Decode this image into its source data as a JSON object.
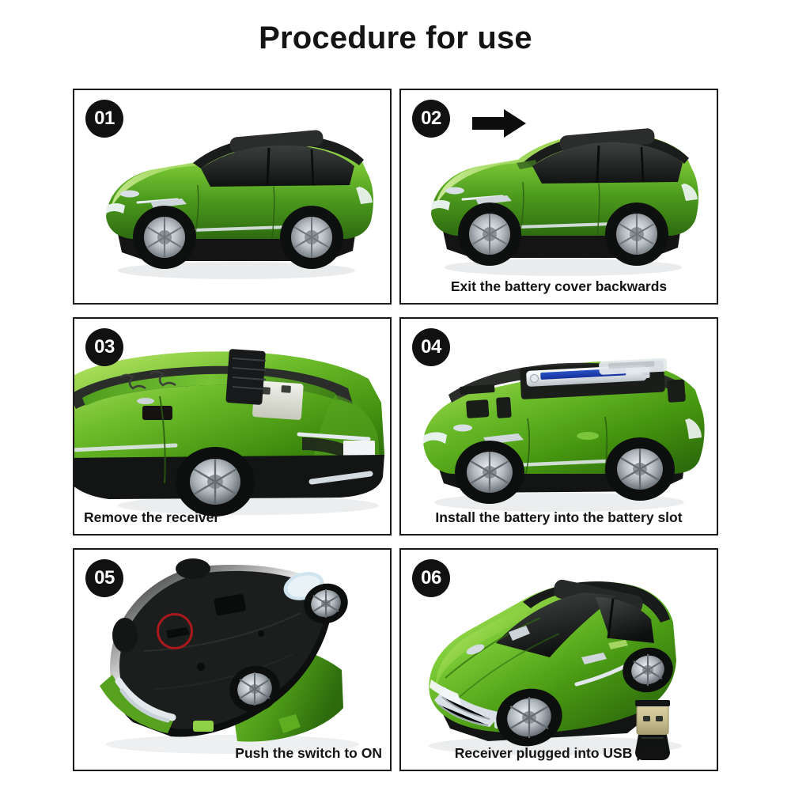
{
  "header": {
    "title": "Procedure for use"
  },
  "theme": {
    "background": "#ffffff",
    "text_color": "#141414",
    "panel_border": "#1a1a1a",
    "badge_background": "#111111",
    "badge_text": "#ffffff",
    "annotation_red": "#a8181c",
    "car_green_light": "#9ed64a",
    "car_green_mid": "#63b32a",
    "car_green_dark": "#2f6b12",
    "car_black": "#161616",
    "chrome": "#d9dde0",
    "usb_gold": "#cbbf90"
  },
  "steps": [
    {
      "number": "01",
      "caption": "",
      "caption_align": "none",
      "icon": "",
      "view": "side",
      "annotation": false
    },
    {
      "number": "02",
      "caption": "Exit the battery cover backwards",
      "caption_align": "center",
      "icon": "right-arrow-icon",
      "view": "side-cover-open",
      "annotation": false
    },
    {
      "number": "03",
      "caption": "Remove the receiver",
      "caption_align": "left",
      "icon": "",
      "view": "rear-three-quarter-receiver",
      "annotation": false
    },
    {
      "number": "04",
      "caption": "Install the battery into the battery slot",
      "caption_align": "center",
      "icon": "",
      "view": "side-battery-slot",
      "annotation": false
    },
    {
      "number": "05",
      "caption": "Push the switch to ON",
      "caption_align": "right",
      "icon": "",
      "view": "underside",
      "annotation": true
    },
    {
      "number": "06",
      "caption": "Receiver plugged into USB port",
      "caption_align": "center",
      "icon": "usb-receiver-icon",
      "view": "front-three-quarter-with-usb",
      "annotation": false
    }
  ]
}
